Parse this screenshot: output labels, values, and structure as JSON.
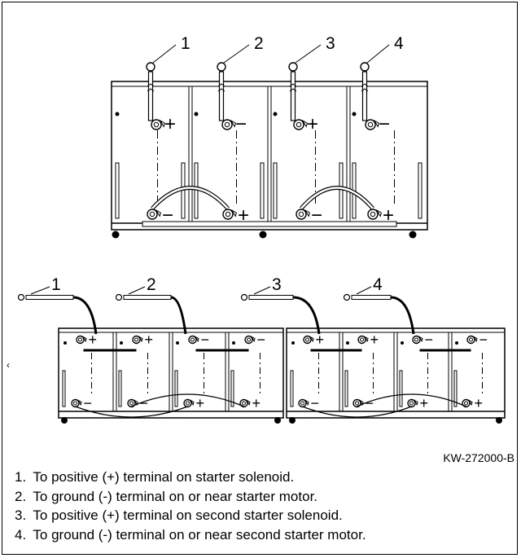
{
  "diagram": {
    "top_callouts": [
      "1",
      "2",
      "3",
      "4"
    ],
    "bottom_callouts": [
      "1",
      "2",
      "3",
      "4"
    ],
    "top_post_symbols": [
      "+",
      "−",
      "+",
      "−"
    ],
    "top_link_symbols": [
      "−",
      "+",
      "−",
      "+"
    ],
    "bottom_top_symbols": [
      "+",
      "+",
      "−",
      "−",
      "+",
      "+",
      "−",
      "−"
    ],
    "bottom_link_symbols": [
      "−",
      "−",
      "+",
      "+",
      "−",
      "−",
      "+",
      "+"
    ],
    "stray_mark": "‹"
  },
  "figure_id": "KW-272000-B",
  "legend": [
    {
      "num": "1.",
      "text": "To positive (+) terminal on starter solenoid."
    },
    {
      "num": "2.",
      "text": "To ground (-) terminal on or near starter motor."
    },
    {
      "num": "3.",
      "text": "To positive (+) terminal on second starter solenoid."
    },
    {
      "num": "4.",
      "text": "To ground (-) terminal on or near second starter motor."
    }
  ]
}
